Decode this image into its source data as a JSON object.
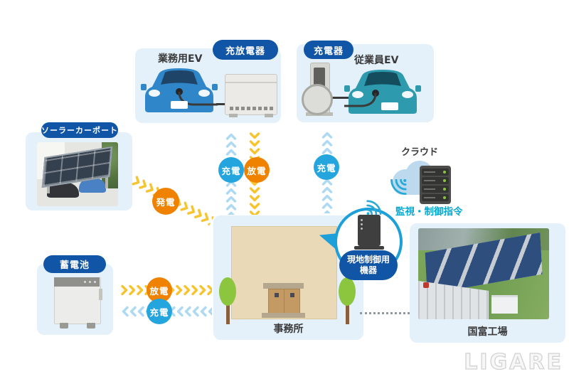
{
  "colors": {
    "badge_blue": "#1155a6",
    "charge_blue": "#25a5de",
    "flow_orange": "#ef8200",
    "arrow_yellow": "#f5c42e",
    "arrow_light_blue": "#aed9f2",
    "command_teal": "#0aa8cf",
    "card_background": "#e4f1fb"
  },
  "cards": {
    "business_ev": {
      "badge": "充放電器",
      "label": "業務用EV"
    },
    "employee_ev": {
      "badge": "充電器",
      "label": "従業員EV"
    },
    "solar_carport": {
      "badge": "ソーラーカーポート"
    },
    "battery": {
      "badge": "蓄電池"
    },
    "office": {
      "label": "事務所"
    },
    "factory": {
      "label": "国富工場"
    }
  },
  "cloud": {
    "label": "クラウド"
  },
  "control": {
    "command": "監視・制御指令",
    "device_line1": "現地制御用",
    "device_line2": "機器"
  },
  "flows": {
    "charge": "充電",
    "discharge": "放電",
    "generate": "発電"
  },
  "logo": "LIGARE"
}
